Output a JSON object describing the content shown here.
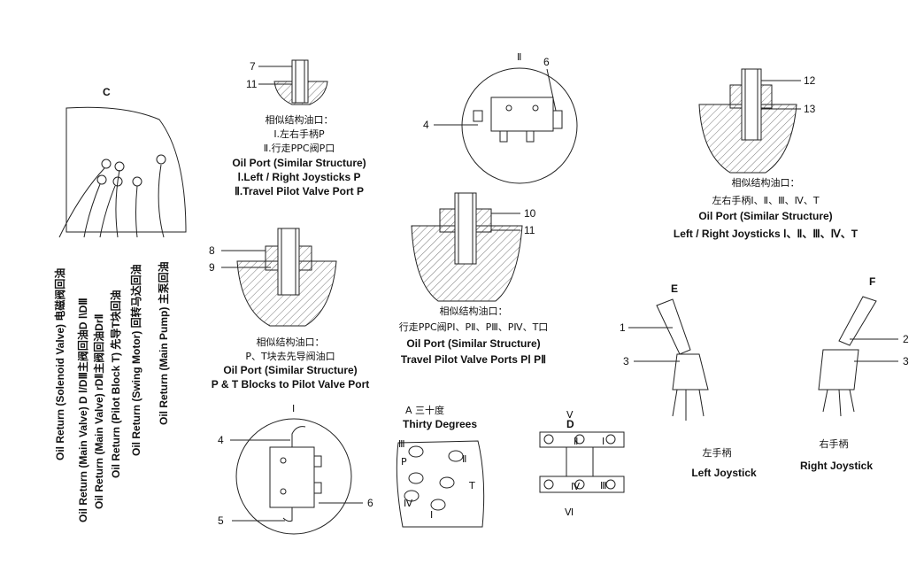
{
  "views": {
    "c": {
      "label": "C",
      "labels": [
        "Oil Return (Solenoid Valve) 电磁阀回油",
        "Oil Return (Main Valve) D Ⅰ/DⅢ主阀回油D Ⅰ\\DⅢ",
        "Oil Return (Main Valve) rDⅡ主阀回油DrⅡ",
        "Oil Return (Pilot Block T) 先导T块回油",
        "Oil Return (Swing Motor) 回转马达回油",
        "Oil Return (Main Pump) 主泵回油"
      ]
    },
    "port_p": {
      "callouts": [
        "7",
        "11"
      ],
      "lines": [
        "相似结构油口：",
        "Ⅰ.左右手柄P",
        "Ⅱ.行走PPC阀P口",
        "Oil Port (Similar Structure)",
        "Ⅰ.Left / Right Joysticks P",
        "Ⅱ.Travel Pilot Valve Port P"
      ]
    },
    "port_pt": {
      "callouts": [
        "8",
        "9"
      ],
      "lines": [
        "相似结构油口：",
        "P、T块去先导阀油口",
        "Oil Port (Similar Structure)",
        "P & T Blocks to Pilot Valve Port"
      ]
    },
    "view_2": {
      "label": "Ⅱ",
      "callouts": [
        "6",
        "4"
      ]
    },
    "port_travel": {
      "callouts": [
        "10",
        "11"
      ],
      "lines": [
        "相似结构油口：",
        "行走PPC阀PⅠ、PⅡ、PⅢ、PⅣ、T口",
        "Oil Port (Similar Structure)",
        "Travel Pilot Valve Ports PⅠ PⅡ"
      ]
    },
    "port_joystick": {
      "callouts": [
        "12",
        "13"
      ],
      "lines": [
        "相似结构油口：",
        "左右手柄Ⅰ、Ⅱ、Ⅲ、Ⅳ、T",
        "Oil Port (Similar Structure)",
        "Left / Right Joysticks Ⅰ、Ⅱ、Ⅲ、Ⅳ、T"
      ]
    },
    "view_1": {
      "label": "Ⅰ",
      "callouts": [
        "4",
        "6",
        "5"
      ]
    },
    "view_a": {
      "label": "A 三十度",
      "sublabel": "Thirty Degrees",
      "ports": [
        "Ⅲ",
        "Ⅱ",
        "P",
        "T",
        "Ⅳ",
        "Ⅰ"
      ]
    },
    "view_d": {
      "label": "D",
      "ports": [
        "Ⅴ",
        "Ⅱ",
        "Ⅰ",
        "Ⅳ",
        "Ⅲ",
        "Ⅵ"
      ]
    },
    "view_e": {
      "label": "E",
      "callouts": [
        "1",
        "3"
      ],
      "cn": "左手柄",
      "en": "Left Joystick"
    },
    "view_f": {
      "label": "F",
      "callouts": [
        "2",
        "3"
      ],
      "cn": "右手柄",
      "en": "Right Joystick"
    }
  }
}
